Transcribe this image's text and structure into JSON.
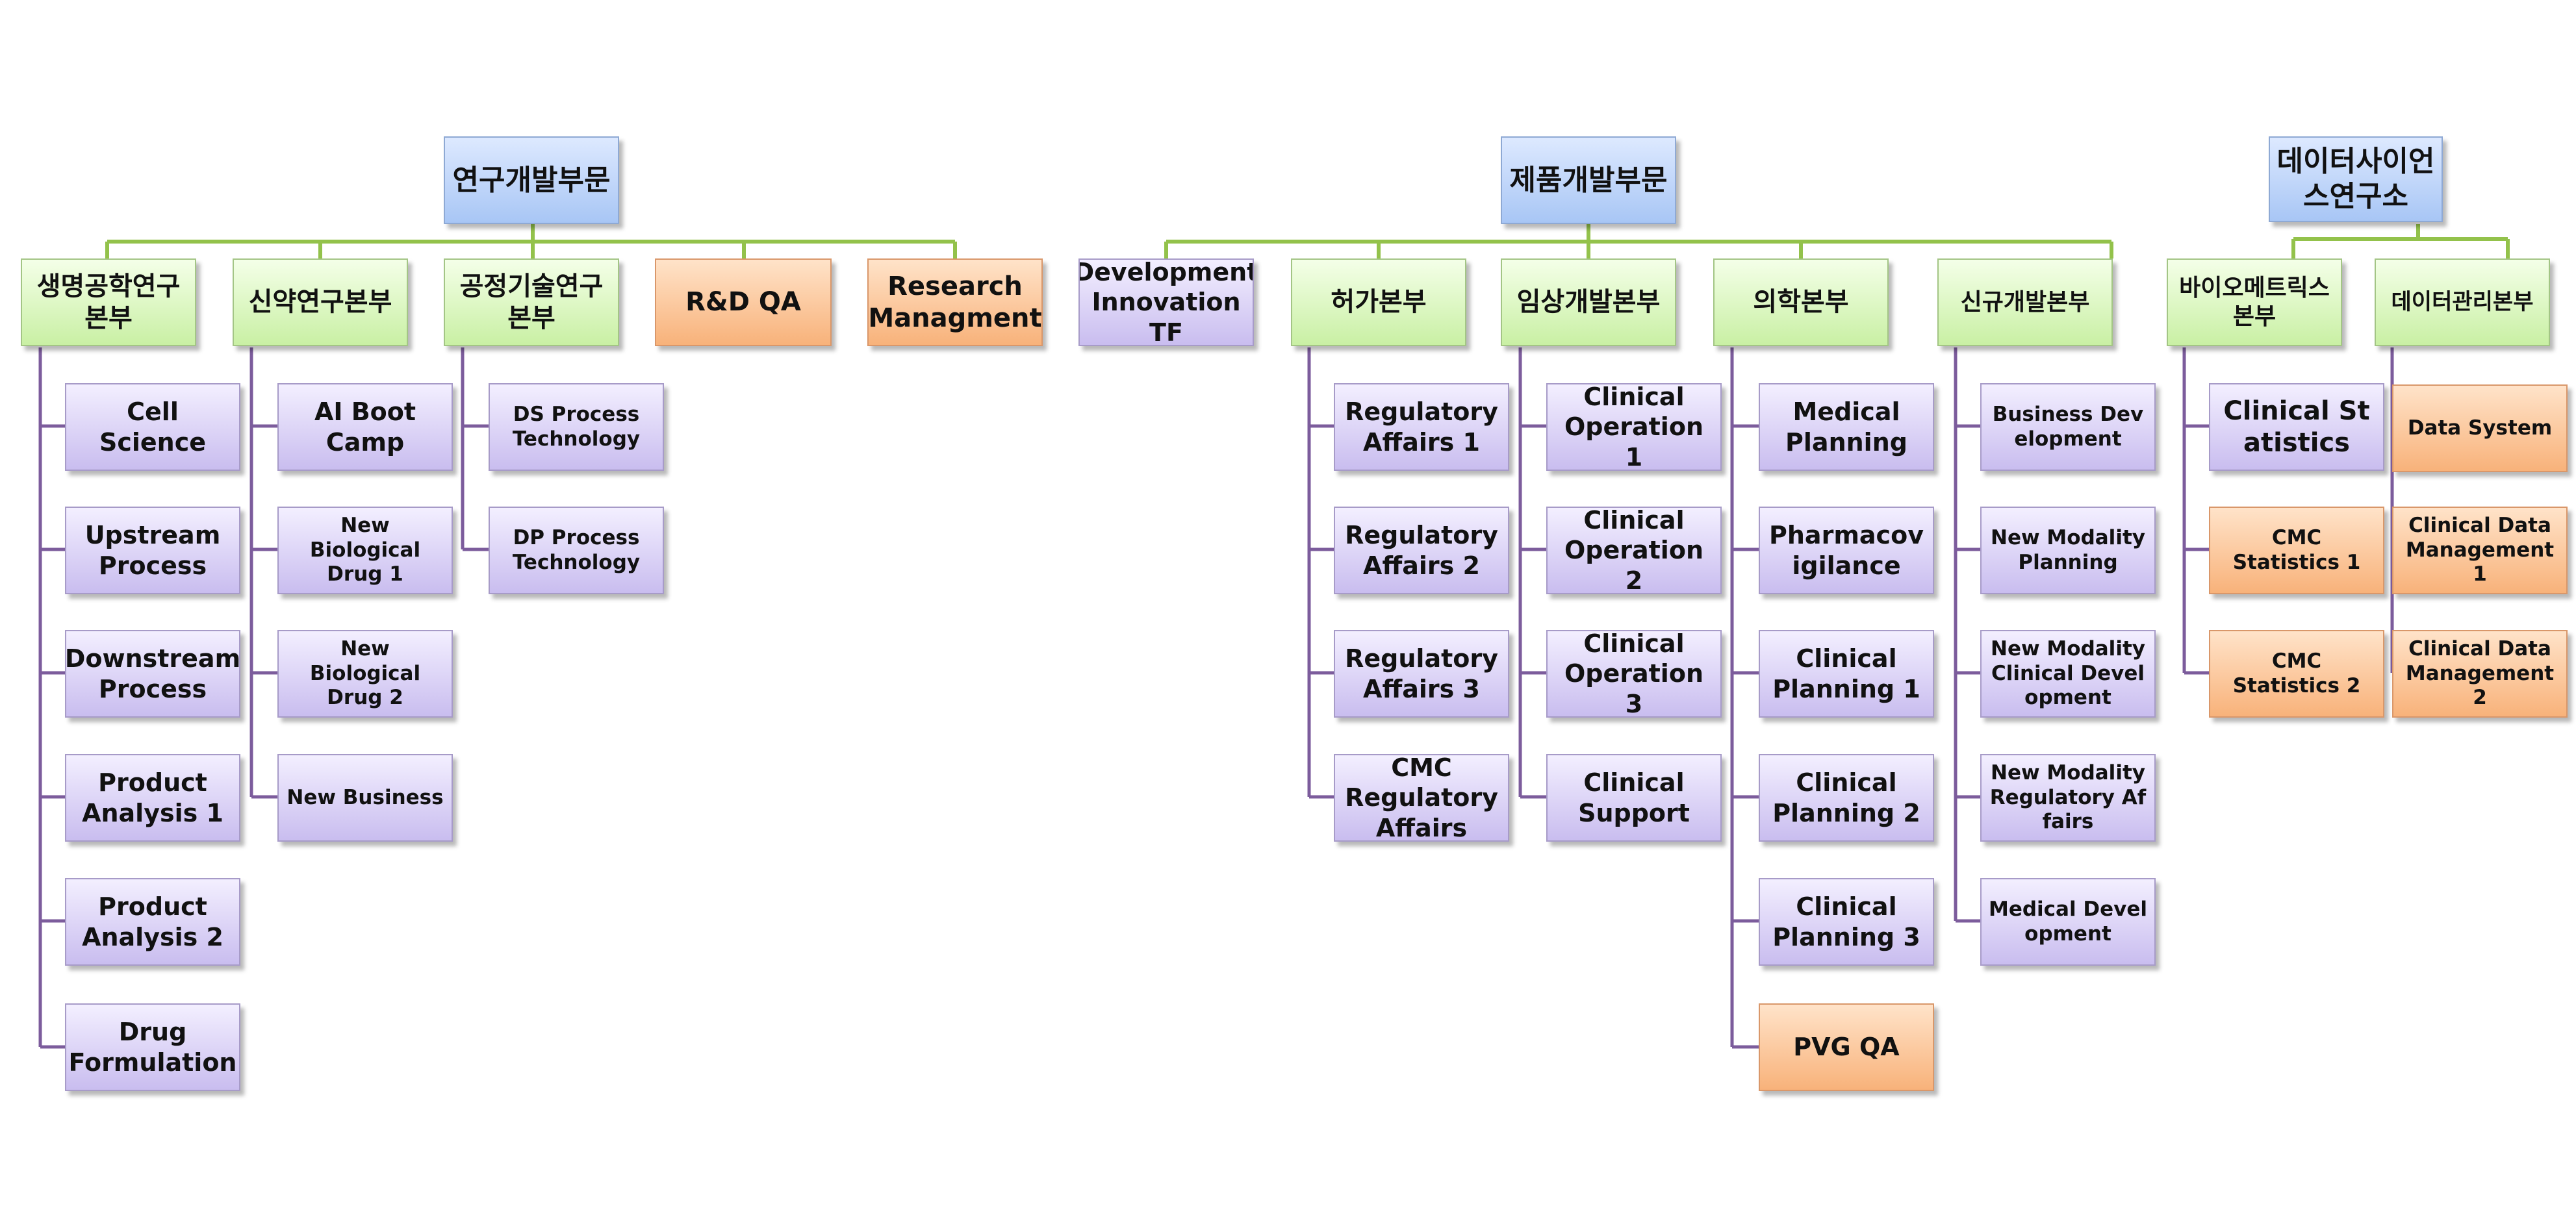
{
  "colors": {
    "top_line": "#93c24b",
    "child_line": "#7c5c9c"
  },
  "nodes": {
    "top_research": "연구개발부문",
    "top_product": "제품개발부문",
    "top_data": "데이터사이언스연구소",
    "d_biotech": "생명공학연구본부",
    "d_drug": "신약연구본부",
    "d_process": "공정기술연구본부",
    "d_rdqa": "R&D QA",
    "d_research_mgmt": "Research Managment",
    "d_dev_innov": "Development Innovation TF",
    "d_regulatory": "허가본부",
    "d_clinical": "임상개발본부",
    "d_medical": "의학본부",
    "d_newdev": "신규개발본부",
    "d_biometrics": "바이오메트릭스본부",
    "d_datamgmt": "데이터관리본부",
    "t_cell": "Cell Science",
    "t_upstream": "Upstream Process",
    "t_downstream": "Downstream Process",
    "t_pa1": "Product Analysis 1",
    "t_pa2": "Product Analysis 2",
    "t_drugform": "Drug Formulation",
    "t_ai": "AI Boot Camp",
    "t_nbd1": "New Biological Drug 1",
    "t_nbd2": "New Biological Drug 2",
    "t_newbiz": "New Business",
    "t_ds": "DS Process Technology",
    "t_dp": "DP Process Technology",
    "t_ra1": "Regulatory Affairs 1",
    "t_ra2": "Regulatory Affairs 2",
    "t_ra3": "Regulatory Affairs 3",
    "t_cmcra": "CMC Regulatory Affairs",
    "t_co1": "Clinical Operation 1",
    "t_co2": "Clinical Operation 2",
    "t_co3": "Clinical Operation 3",
    "t_cs": "Clinical Support",
    "t_medplan": "Medical Planning",
    "t_pv": "Pharmacovigilance",
    "t_cp1": "Clinical Planning 1",
    "t_cp2": "Clinical Planning 2",
    "t_cp3": "Clinical Planning 3",
    "t_pvgqa": "PVG QA",
    "t_bizdev": "Business Development",
    "t_nmp": "New Modality Planning",
    "t_nmcd": "New Modality Clinical Development",
    "t_nmra": "New Modality Regulatory Affairs",
    "t_meddev": "Medical Development",
    "t_clinstat": "Clinical Statistics",
    "t_cmc1": "CMC Statistics 1",
    "t_cmc2": "CMC Statistics 2",
    "t_datasys": "Data System",
    "t_cdm1": "Clinical Data Management 1",
    "t_cdm2": "Clinical Data Management 2"
  }
}
